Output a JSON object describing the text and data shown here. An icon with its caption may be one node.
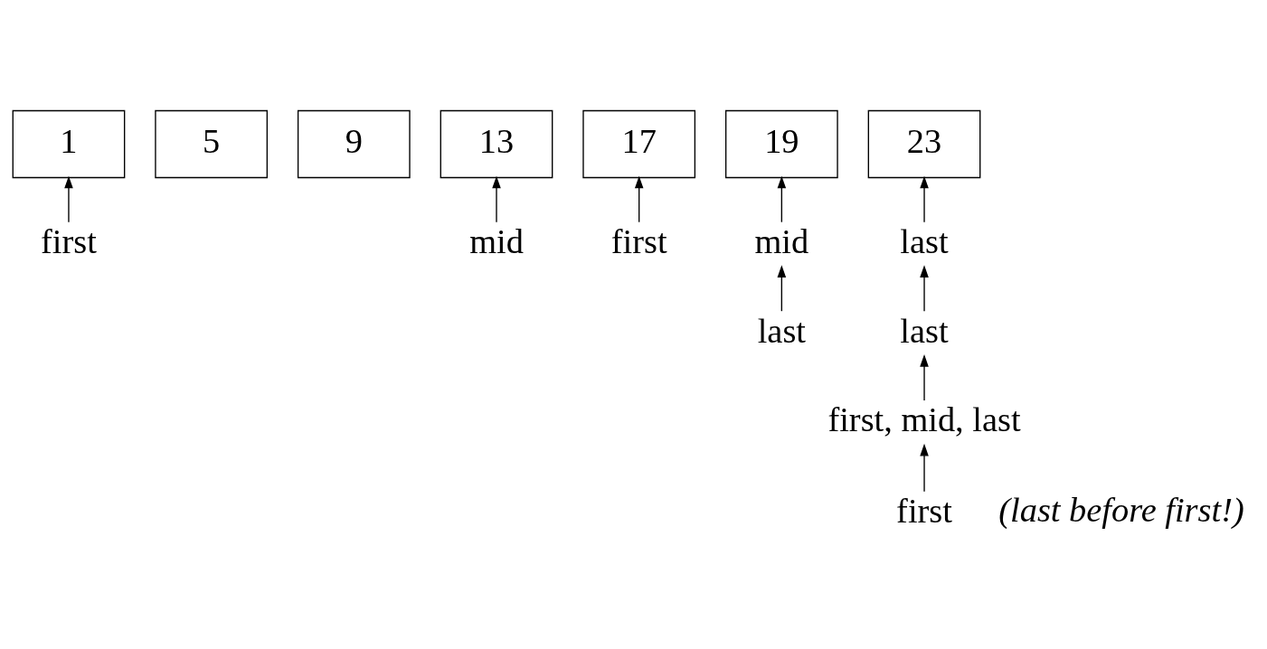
{
  "diagram": {
    "nodes": [
      {
        "text": [
          "1"
        ]
      },
      {
        "text": [
          "5"
        ]
      },
      {
        "text": [
          "9"
        ]
      },
      {
        "text": [
          "13"
        ]
      },
      {
        "text": [
          "17"
        ]
      },
      {
        "text": [
          "19"
        ]
      },
      {
        "text": [
          "23"
        ]
      },
      {
        "text": [
          "first"
        ]
      },
      {
        "text": [
          "mid"
        ]
      },
      {
        "text": [
          "last"
        ]
      },
      {
        "text": [
          "first"
        ]
      },
      {
        "text": [
          "mid"
        ]
      },
      {
        "text": [
          "last"
        ]
      },
      {
        "text": [
          "first, mid, last"
        ]
      },
      {
        "text": [
          "last"
        ]
      },
      {
        "text": [
          "first"
        ]
      }
    ],
    "edges": [
      {
        "from": 7,
        "to": 0,
        "arrow": "to"
      },
      {
        "from": 8,
        "to": 3,
        "arrow": "to"
      },
      {
        "from": 9,
        "to": 6,
        "arrow": "to"
      },
      {
        "from": 10,
        "to": 4,
        "arrow": "to"
      },
      {
        "from": 11,
        "to": 5,
        "arrow": "to"
      },
      {
        "from": 12,
        "to": 9,
        "arrow": "to"
      },
      {
        "from": 13,
        "to": 12,
        "arrow": "to"
      },
      {
        "from": 14,
        "to": 11,
        "arrow": "to"
      },
      {
        "from": 15,
        "to": 13,
        "arrow": "to"
      }
    ],
    "labels": [
      "(last before first!)"
    ]
  }
}
